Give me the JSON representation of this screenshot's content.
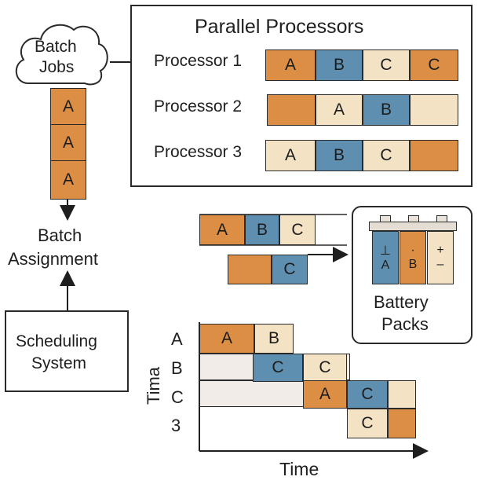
{
  "colors": {
    "orange": "#dc8e45",
    "blue": "#5e8fb0",
    "cream": "#f3e2c4",
    "outline": "#2a2a2a"
  },
  "cloud": {
    "line1": "Batch",
    "line2": "Jobs",
    "icon": "cloud-icon"
  },
  "queue": [
    "A",
    "A",
    "A"
  ],
  "assignment": {
    "line1": "Batch",
    "line2": "Assignment"
  },
  "scheduler": {
    "line1": "Scheduling",
    "line2": "System"
  },
  "processors": {
    "title": "Parallel Processors",
    "rows": [
      {
        "label": "Processor 1",
        "cells": [
          "A",
          "B",
          "C",
          "C"
        ]
      },
      {
        "label": "Processor 2",
        "cells": [
          "",
          "A",
          "B",
          ""
        ]
      },
      {
        "label": "Processor 3",
        "cells": [
          "A",
          "B",
          "C",
          ""
        ]
      }
    ]
  },
  "timeline_top": {
    "row1": [
      "A",
      "B",
      "C"
    ],
    "row2": [
      "",
      "C"
    ]
  },
  "battery": {
    "line1": "Battery",
    "line2": "Packs",
    "icon": "battery-icon",
    "cells": [
      {
        "symbol": "⊥",
        "letter": "A"
      },
      {
        "symbol": "·",
        "letter": "B"
      },
      {
        "symbol": "+",
        "letter": "–"
      }
    ]
  },
  "gantt": {
    "row_labels": [
      "A",
      "B",
      "C",
      "3"
    ],
    "y_axis_label": "Tima",
    "x_axis_label": "Time",
    "rows": [
      [
        "A",
        "B"
      ],
      [
        "C",
        "C"
      ],
      [
        "A",
        "C",
        ""
      ],
      [
        "C",
        ""
      ]
    ]
  }
}
